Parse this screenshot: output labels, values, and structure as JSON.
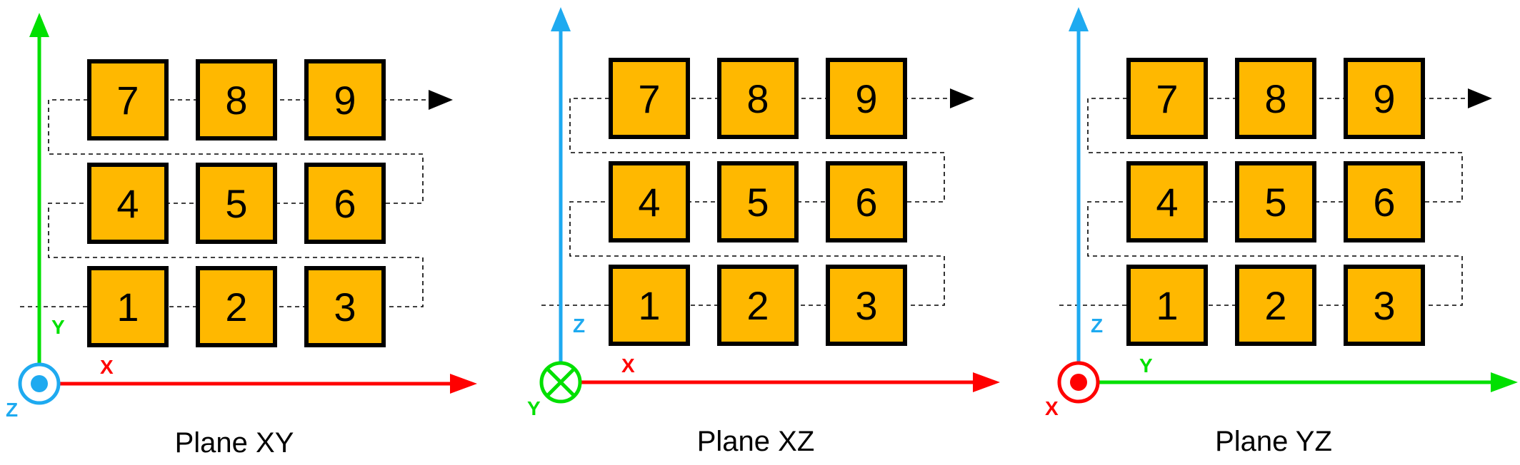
{
  "colors": {
    "cell_fill": "#ffb800",
    "cell_border": "#000000",
    "path": "#000000",
    "x_axis": "#ff0000",
    "y_axis": "#00e000",
    "z_axis": "#1eaaf0"
  },
  "panels": [
    {
      "title": "Plane XY",
      "horizontal_axis": {
        "label": "X",
        "color": "#ff0000"
      },
      "vertical_axis": {
        "label": "Y",
        "color": "#00e000"
      },
      "origin": {
        "label": "Z",
        "symbol": "dot",
        "color": "#1eaaf0"
      },
      "cells": [
        "7",
        "8",
        "9",
        "4",
        "5",
        "6",
        "1",
        "2",
        "3"
      ]
    },
    {
      "title": "Plane XZ",
      "horizontal_axis": {
        "label": "X",
        "color": "#ff0000"
      },
      "vertical_axis": {
        "label": "Z",
        "color": "#1eaaf0"
      },
      "origin": {
        "label": "Y",
        "symbol": "cross",
        "color": "#00e000"
      },
      "cells": [
        "7",
        "8",
        "9",
        "4",
        "5",
        "6",
        "1",
        "2",
        "3"
      ]
    },
    {
      "title": "Plane YZ",
      "horizontal_axis": {
        "label": "Y",
        "color": "#00e000"
      },
      "vertical_axis": {
        "label": "Z",
        "color": "#1eaaf0"
      },
      "origin": {
        "label": "X",
        "symbol": "dot",
        "color": "#ff0000"
      },
      "cells": [
        "7",
        "8",
        "9",
        "4",
        "5",
        "6",
        "1",
        "2",
        "3"
      ]
    }
  ]
}
